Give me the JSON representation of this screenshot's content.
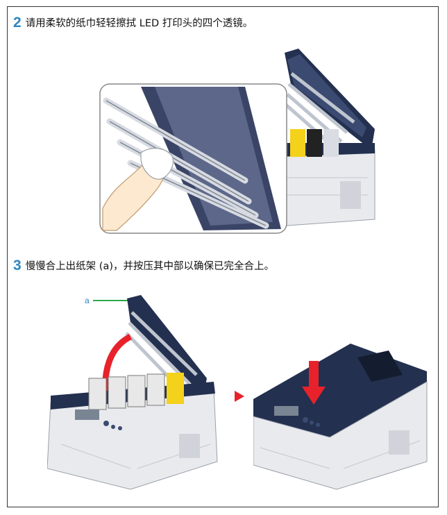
{
  "steps": [
    {
      "number": "2",
      "text": "请用柔软的纸巾轻轻擦拭 LED 打印头的四个透镜。"
    },
    {
      "number": "3",
      "text": "慢慢合上出纸架 (a)，并按压其中部以确保已完全合上。"
    }
  ],
  "callout_label": "a",
  "colors": {
    "step_number": "#2e86c1",
    "arrow_red": "#e8222a",
    "printer_navy": "#23304f",
    "printer_body": "#e8eaee"
  },
  "icons": [
    "hand-wiping-icon",
    "led-head-icon",
    "down-arrow-icon",
    "right-triangle-icon"
  ]
}
